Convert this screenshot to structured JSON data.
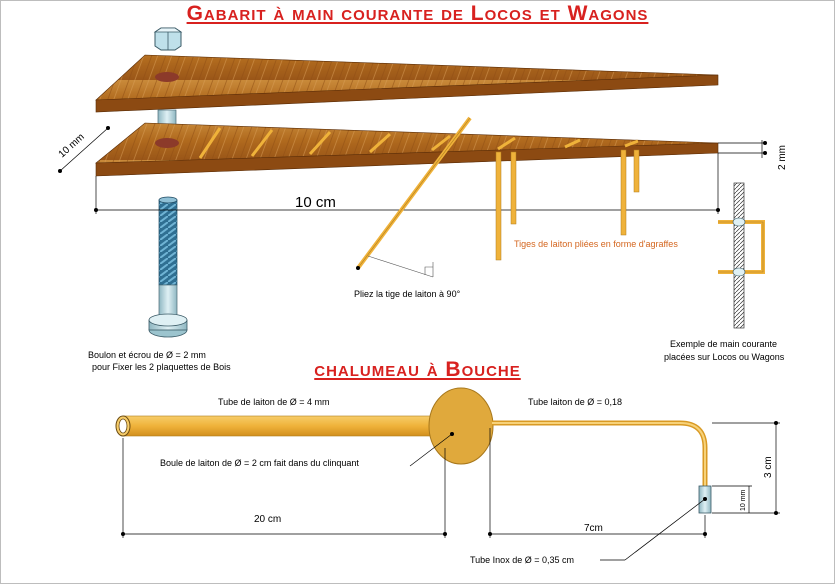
{
  "titles": {
    "main": "Gabarit à main courante de Locos et Wagons",
    "second": "chalumeau à Bouche"
  },
  "labels": {
    "width_dim": "10 mm",
    "thickness_dim": "2 mm",
    "length_dim": "10 cm",
    "bend_note": "Pliez la tige de laiton à 90°",
    "staples_note": "Tiges de laiton pliées en forme d'agraffes",
    "bolt_line1": "Boulon et écrou de Ø =  2 mm",
    "bolt_line2": "pour Fixer les 2 plaquettes de Bois",
    "example_line1": "Exemple de main courante",
    "example_line2": "placées sur Locos ou Wagons",
    "tube4": "Tube de laiton de Ø = 4 mm",
    "tube018": "Tube laiton de Ø = 0,18",
    "ball": "Boule de laiton de Ø = 2 cm fait dans du clinquant",
    "dim20": "20 cm",
    "dim7": "7cm",
    "dim3": "3 cm",
    "dim10mm": "10 mm",
    "inox": "Tube Inox de Ø = 0,35 cm"
  },
  "colors": {
    "title_red": "#d8211f",
    "wood": "#b06a1e",
    "brass": "#f0b43c",
    "note_orange": "#d4661f"
  }
}
